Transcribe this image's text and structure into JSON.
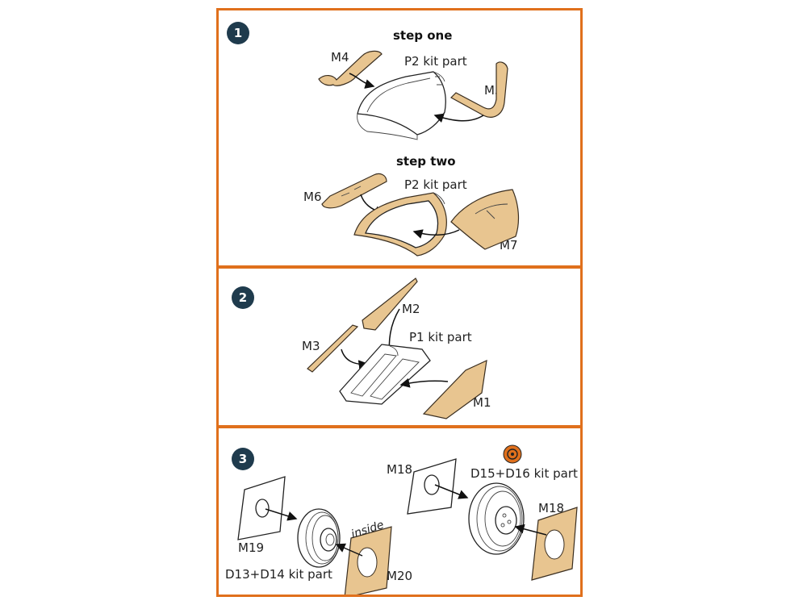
{
  "colors": {
    "border": "#e0701c",
    "badge": "#1f3b4d",
    "mask": "#e8c590"
  },
  "panels": {
    "one": {
      "badge": "1",
      "step_one": {
        "heading": "step one",
        "kit_part": "P2 kit part",
        "masks": [
          "M4",
          "M5"
        ]
      },
      "step_two": {
        "heading": "step two",
        "kit_part": "P2 kit part",
        "masks": [
          "M6",
          "M7"
        ]
      }
    },
    "two": {
      "badge": "2",
      "kit_part": "P1 kit part",
      "masks": [
        "M2",
        "M3",
        "M1"
      ]
    },
    "three": {
      "badge": "3",
      "left": {
        "masks": [
          "M19",
          "M20"
        ],
        "inside_label": "inside",
        "kit_part": "D13+D14 kit part"
      },
      "right": {
        "masks": [
          "M18",
          "M18"
        ],
        "kit_part": "D15+D16 kit part",
        "symbol_icon": "glue-symbol-icon"
      }
    }
  }
}
